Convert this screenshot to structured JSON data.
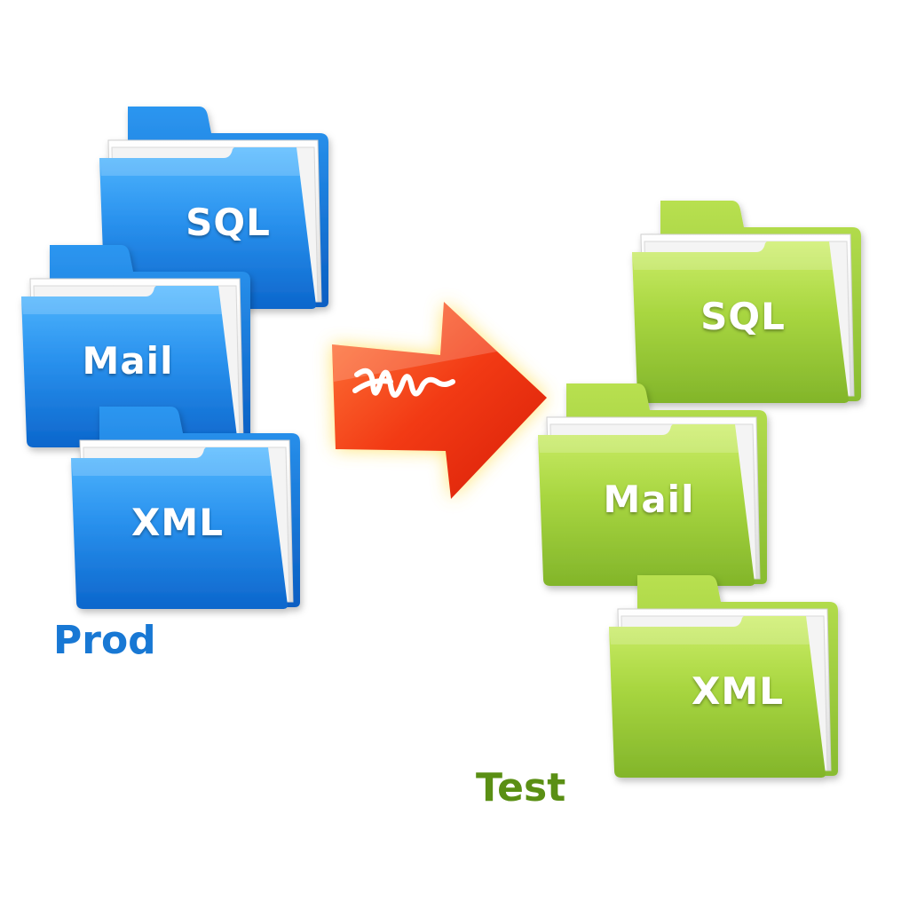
{
  "prod": {
    "label": "Prod",
    "color": "#1878d4",
    "folders": [
      "SQL",
      "Mail",
      "XML"
    ]
  },
  "test": {
    "label": "Test",
    "color": "#5a8f14",
    "folders": [
      "SQL",
      "Mail",
      "XML"
    ]
  },
  "arrow": {
    "color": "#ee2a10",
    "glow": "#ffdd44",
    "icon": "signature-icon"
  },
  "folder_colors": {
    "blue_light": "#46b2ff",
    "blue_dark": "#0a62c8",
    "green_light": "#c8ec60",
    "green_dark": "#80b428"
  }
}
